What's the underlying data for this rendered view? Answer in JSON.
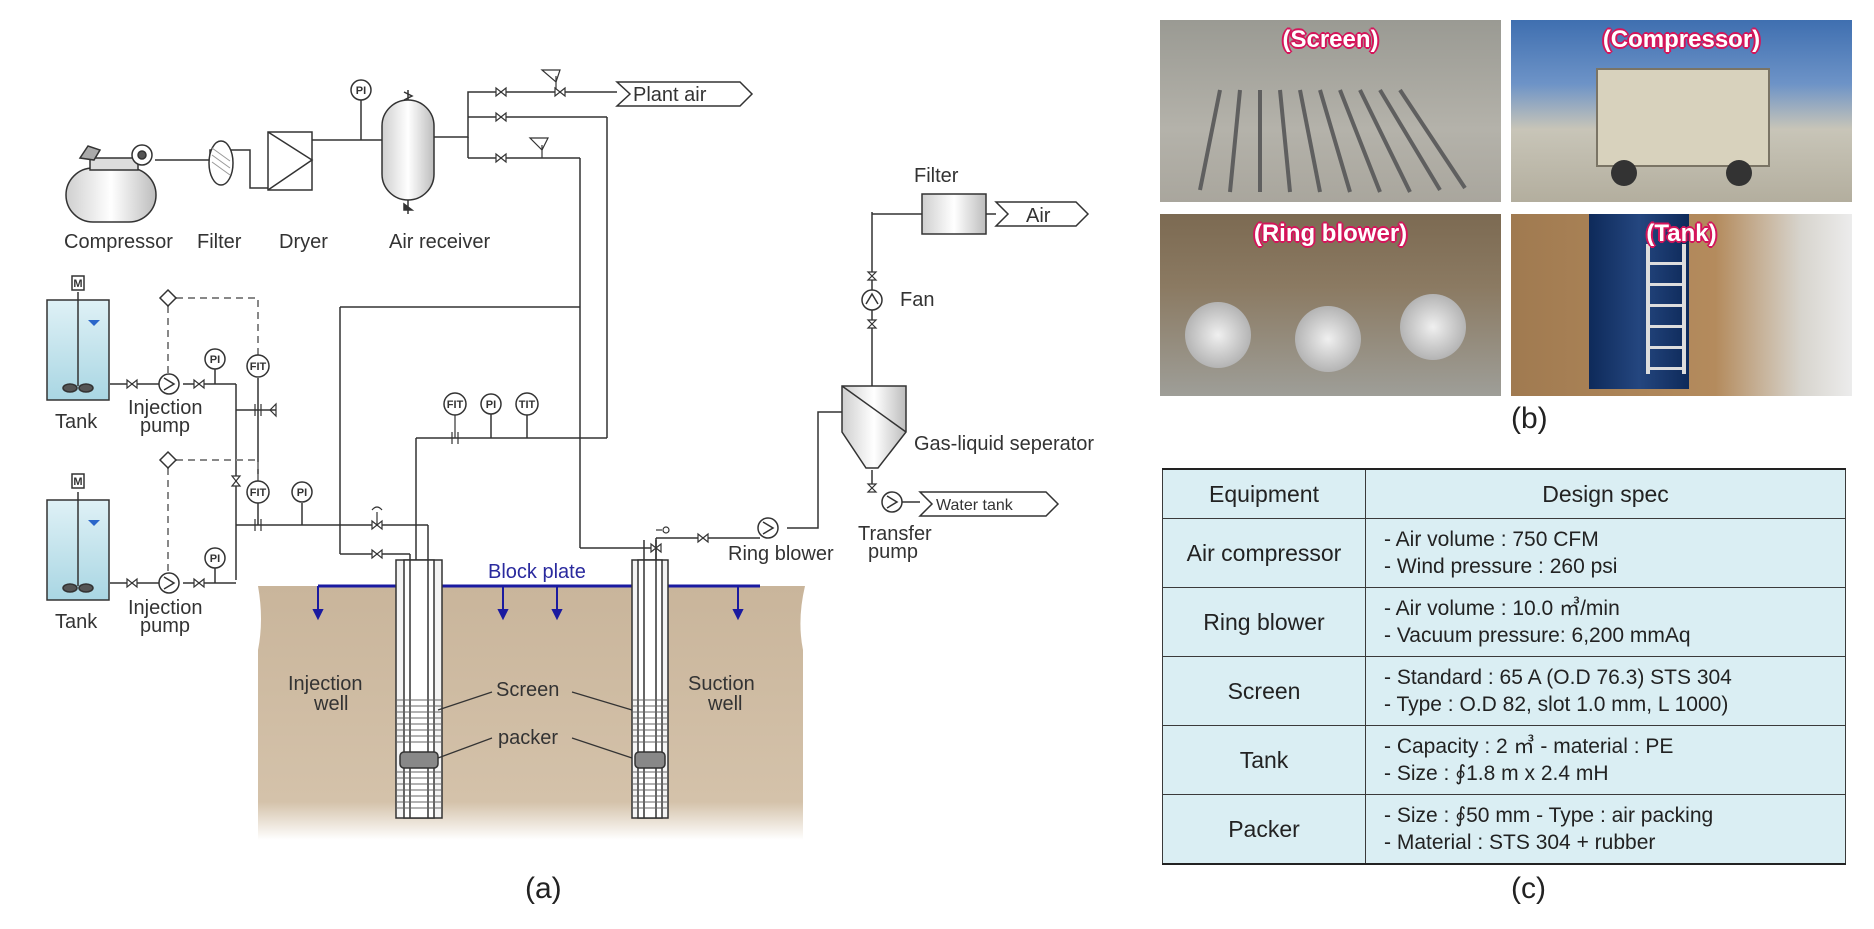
{
  "labels": {
    "plant_air": "Plant air",
    "compressor": "Compressor",
    "filter_top": "Filter",
    "dryer": "Dryer",
    "air_receiver": "Air receiver",
    "tank_1": "Tank",
    "tank_2": "Tank",
    "injection_pump_1_a": "Injection",
    "injection_pump_1_b": "pump",
    "injection_pump_2_a": "Injection",
    "injection_pump_2_b": "pump",
    "block_plate": "Block plate",
    "injection_well_a": "Injection",
    "injection_well_b": "well",
    "suction_well_a": "Suction",
    "suction_well_b": "well",
    "screen": "Screen",
    "packer": "packer",
    "ring_blower": "Ring blower",
    "transfer_pump_a": "Transfer",
    "transfer_pump_b": "pump",
    "gas_liquid_separator": "Gas-liquid seperator",
    "fan": "Fan",
    "filter_right": "Filter",
    "air": "Air",
    "water_tank": "Water tank",
    "pi": "PI",
    "fit": "FIT",
    "tit": "TIT",
    "motor": "M"
  },
  "captions": {
    "a": "(a)",
    "b": "(b)",
    "c": "(c)"
  },
  "photos": {
    "screen": "(Screen)",
    "compressor": "(Compressor)",
    "ring_blower": "(Ring blower)",
    "tank": "(Tank)"
  },
  "table": {
    "headers": [
      "Equipment",
      "Design spec"
    ],
    "rows": [
      {
        "equipment": "Air compressor",
        "spec": [
          "- Air volume : 750 CFM",
          "- Wind pressure : 260 psi"
        ]
      },
      {
        "equipment": "Ring blower",
        "spec": [
          "- Air volume : 10.0 ㎥/min",
          "- Vacuum pressure: 6,200 mmAq"
        ]
      },
      {
        "equipment": "Screen",
        "spec": [
          "- Standard : 65 A (O.D 76.3) STS 304",
          "- Type : O.D 82, slot 1.0 mm, L 1000)"
        ]
      },
      {
        "equipment": "Tank",
        "spec": [
          "- Capacity : 2 ㎥  - material : PE",
          "- Size : ∮1.8 m x 2.4 mH"
        ]
      },
      {
        "equipment": "Packer",
        "spec": [
          "- Size : ∮50 mm  - Type : air packing",
          "- Material : STS 304 + rubber"
        ]
      }
    ]
  }
}
